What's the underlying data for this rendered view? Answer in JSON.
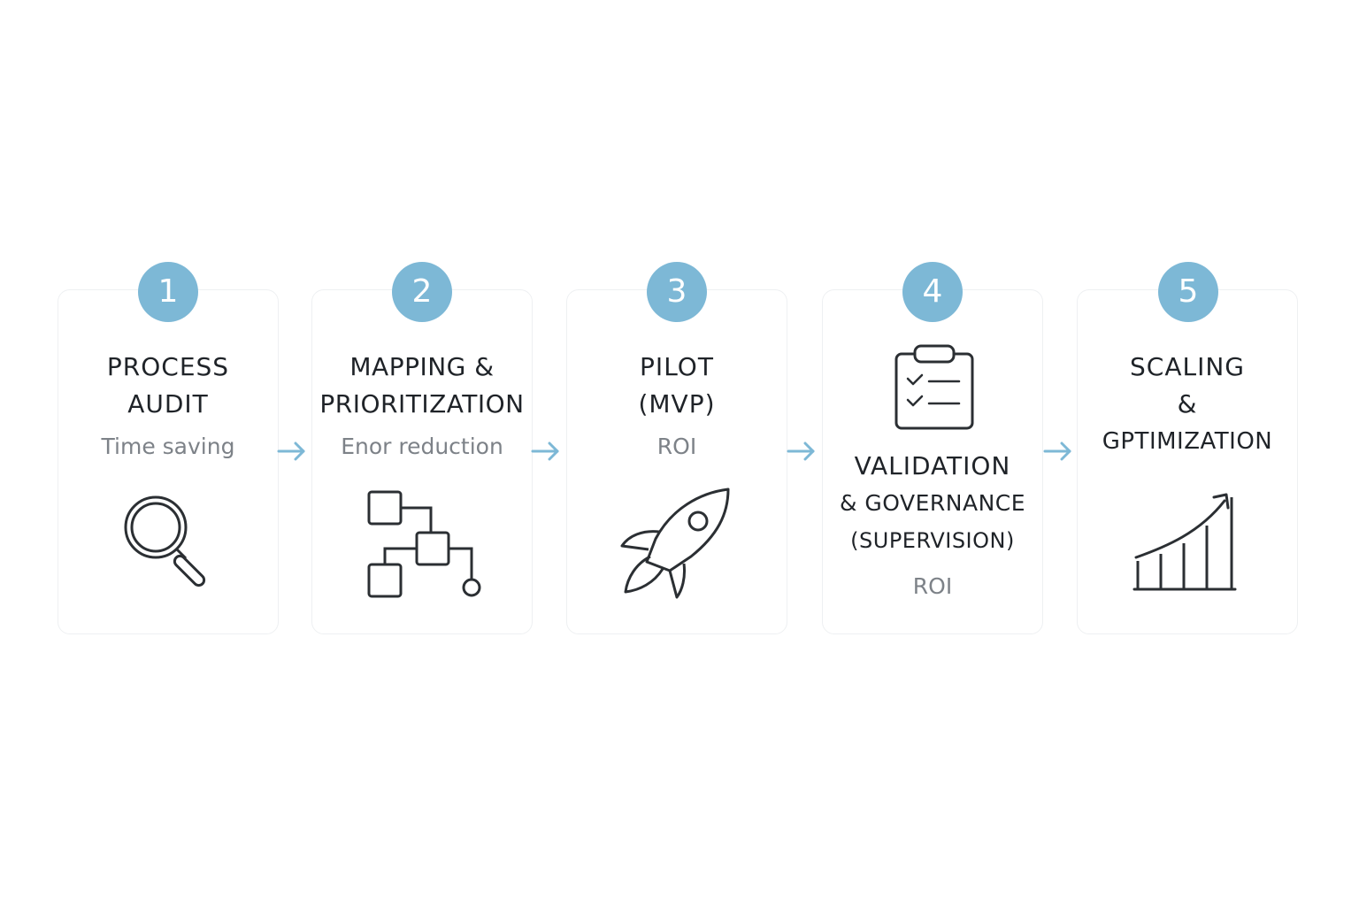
{
  "accent_color": "#7db8d6",
  "steps": [
    {
      "number": "1",
      "title_lines": [
        "PROCESS",
        "AUDIT"
      ],
      "subtitle": "Time saving",
      "icon": "magnifier-icon"
    },
    {
      "number": "2",
      "title_lines": [
        "MAPPING &",
        "PRIORITIZATION"
      ],
      "subtitle": "Enor reduction",
      "icon": "flowchart-icon"
    },
    {
      "number": "3",
      "title_lines": [
        "PILOT",
        "(MVP)"
      ],
      "subtitle": "ROI",
      "icon": "rocket-icon"
    },
    {
      "number": "4",
      "title_lines": [
        "VALIDATION",
        "& GOVERNANCE",
        "(SUPERVISION)"
      ],
      "subtitle": "ROI",
      "icon": "clipboard-checklist-icon"
    },
    {
      "number": "5",
      "title_lines": [
        "SCALING",
        "&",
        "GPTIMIZATION"
      ],
      "subtitle": "",
      "icon": "growth-chart-icon"
    }
  ]
}
